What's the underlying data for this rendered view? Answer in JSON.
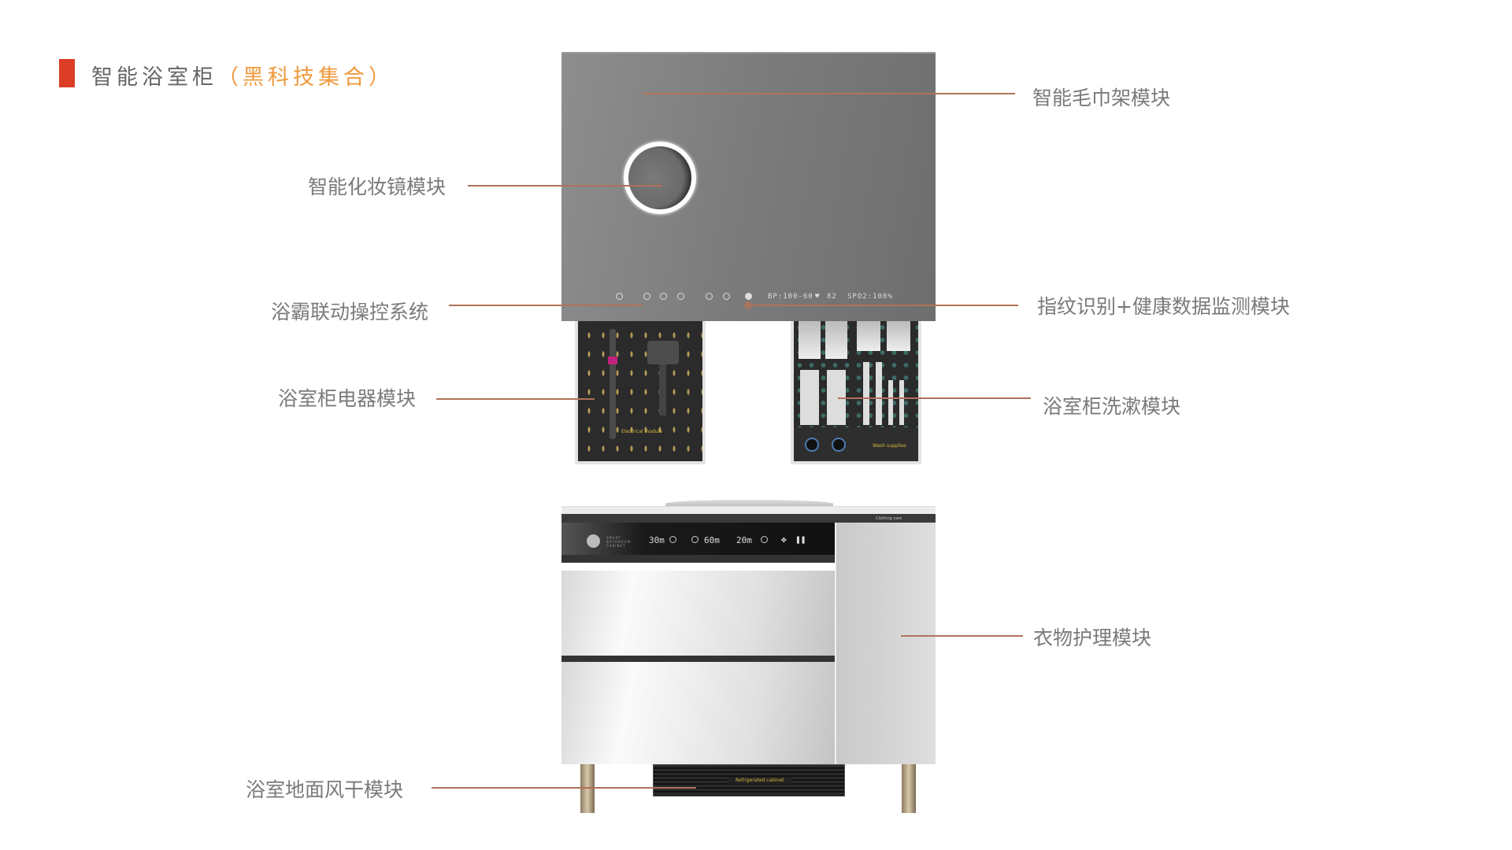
{
  "header": {
    "title": "智能浴室柜",
    "subtitle": "（黑科技集合）"
  },
  "colors": {
    "accent_bar": "#dc3d26",
    "subtitle": "#ef9a3c",
    "leader_line": "#b07257",
    "label": "#7a7a7a"
  },
  "labels": {
    "towel_rack": "智能毛巾架模块",
    "makeup_mirror": "智能化妆镜模块",
    "bath_heater_control": "浴霸联动操控系统",
    "fingerprint_health": "指纹识别+健康数据监测模块",
    "electrical": "浴室柜电器模块",
    "wash": "浴室柜洗漱模块",
    "clothing_care": "衣物护理模块",
    "floor_dry": "浴室地面风干模块"
  },
  "product": {
    "health": {
      "bp": "BP:100-60",
      "heart_rate": "82",
      "spo2": "SPO2:100%"
    },
    "electrical_tag": "Electrical module",
    "wash_tag": "Wash supplies",
    "brand": "SMART BATHROOM CABINET",
    "timers": [
      "30m",
      "60m",
      "20m"
    ],
    "clothing_tag": "Clothing care",
    "fridge_tag": "Refrigerated cabinet"
  }
}
